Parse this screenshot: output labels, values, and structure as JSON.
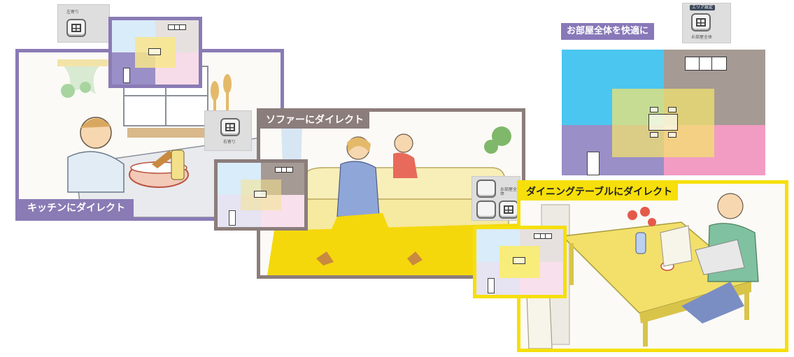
{
  "labels": {
    "kitchen": "キッチンにダイレクト",
    "sofa": "ソファーにダイレクト",
    "dining": "ダイニングテーブルにダイレクト",
    "whole_room": "お部屋全体を快適に"
  },
  "remote": {
    "left_small": "左寄り",
    "right_small": "右寄り",
    "area_setting": "エリア設定",
    "whole_room": "お部屋全体"
  },
  "colors": {
    "kitchen_frame": "#8a7bb5",
    "sofa_frame": "#8b7d7b",
    "dining_frame": "#f6df0a",
    "whole_label_bg": "#8878b8",
    "zone_top_left": "#4bc6f0",
    "zone_top_right": "#a69a94",
    "zone_bottom_left": "#9a8fc6",
    "zone_bottom_right": "#f29cc3",
    "zone_center": "#f4e46d"
  }
}
